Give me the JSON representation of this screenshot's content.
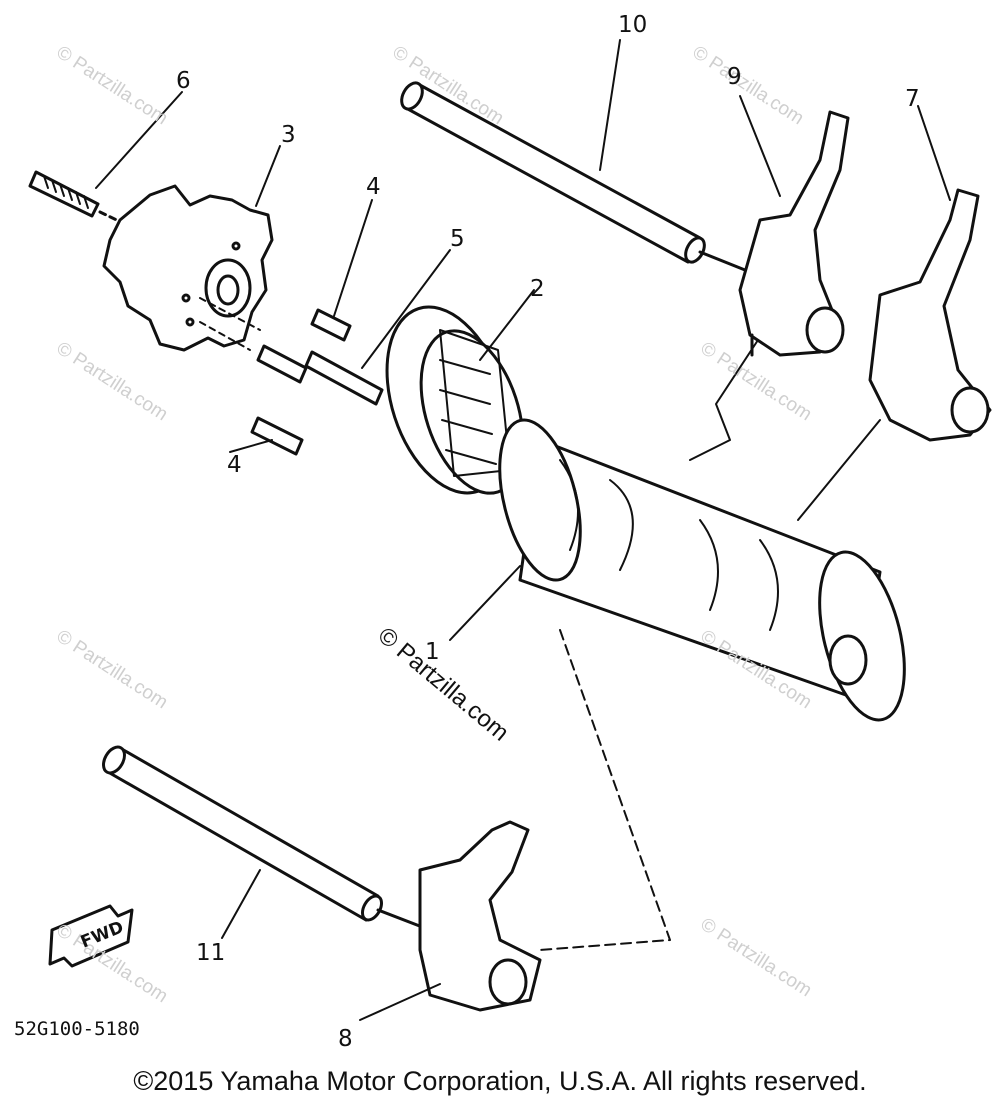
{
  "callouts": [
    "1",
    "2",
    "3",
    "4",
    "4",
    "5",
    "6",
    "7",
    "8",
    "9",
    "10",
    "11"
  ],
  "fwd_label": "FWD",
  "part_code": "52G100-5180",
  "watermark": "© Partzilla.com",
  "copyright": "©2015 Yamaha Motor Corporation, U.S.A. All rights reserved."
}
